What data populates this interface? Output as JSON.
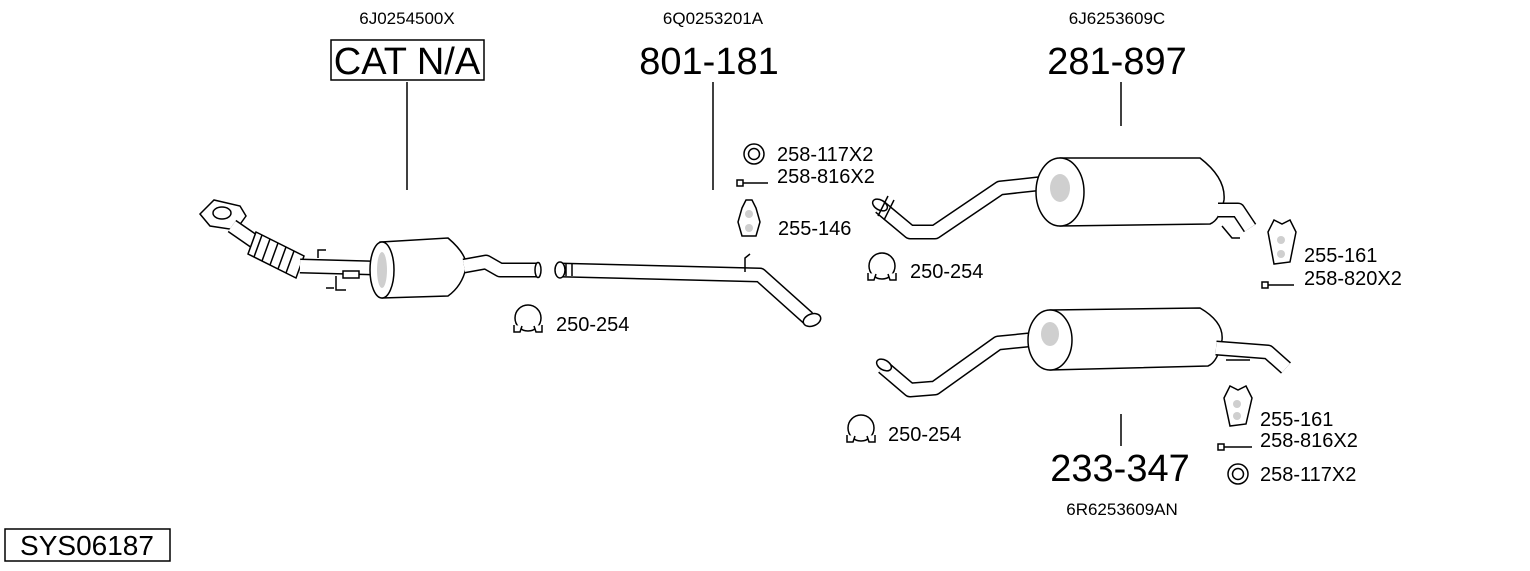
{
  "system": {
    "id": "SYS06187"
  },
  "parts": {
    "cat": {
      "oem": "6J0254500X",
      "number": "CAT N/A"
    },
    "middle_pipe": {
      "oem": "6Q0253201A",
      "number": "801-181"
    },
    "rear_silencer_a": {
      "oem": "6J6253609C",
      "number": "281-897"
    },
    "rear_silencer_b": {
      "oem": "6R6253609AN",
      "number": "233-347"
    }
  },
  "fittings": {
    "clamp_1": "250-254",
    "ring_a": "258-117X2",
    "bolt_a": "258-816X2",
    "hanger_a": "255-146",
    "clamp_2": "250-254",
    "hanger_b": "255-161",
    "bolt_b": "258-820X2",
    "clamp_3": "250-254",
    "hanger_c": "255-161",
    "bolt_c": "258-816X2",
    "ring_b": "258-117X2"
  }
}
